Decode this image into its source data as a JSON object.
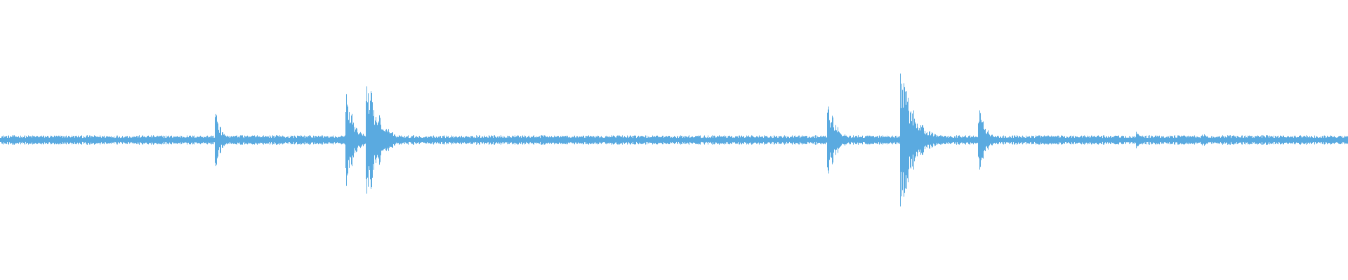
{
  "waveform": {
    "color": "#5aaae0",
    "background": "#ffffff",
    "baseline_fraction": 0.5,
    "noise_amplitude": 0.012,
    "duration_fraction_markers": [],
    "events": [
      {
        "position": 0.16,
        "amplitude": 0.11,
        "decay": 0.004
      },
      {
        "position": 0.257,
        "amplitude": 0.18,
        "decay": 0.006
      },
      {
        "position": 0.272,
        "amplitude": 0.25,
        "decay": 0.009
      },
      {
        "position": 0.535,
        "amplitude": 0.015,
        "decay": 0.004
      },
      {
        "position": 0.614,
        "amplitude": 0.14,
        "decay": 0.007
      },
      {
        "position": 0.668,
        "amplitude": 0.28,
        "decay": 0.01
      },
      {
        "position": 0.726,
        "amplitude": 0.12,
        "decay": 0.006
      },
      {
        "position": 0.843,
        "amplitude": 0.03,
        "decay": 0.005
      },
      {
        "position": 0.892,
        "amplitude": 0.03,
        "decay": 0.004
      }
    ]
  }
}
